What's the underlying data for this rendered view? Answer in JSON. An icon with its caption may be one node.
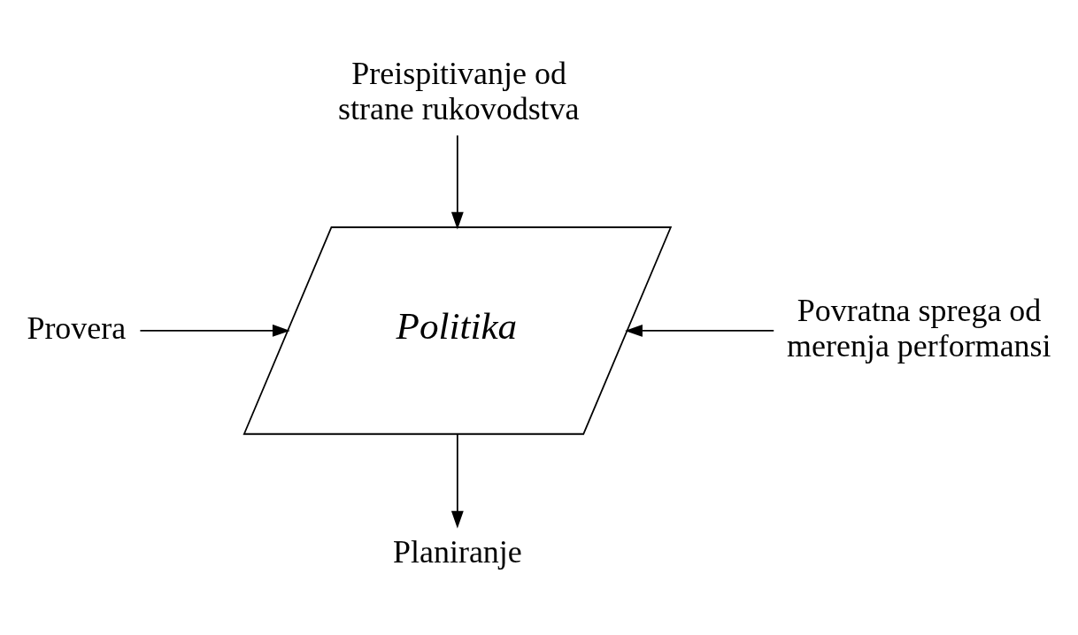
{
  "diagram": {
    "nodes": [
      {
        "text": [
          "Preispitivanje od strane rukovodstva"
        ]
      },
      {
        "text": [
          "Politika"
        ]
      },
      {
        "text": [
          "Provera"
        ]
      },
      {
        "text": [
          "Povratna sprega od merenja performansi"
        ]
      },
      {
        "text": [
          "Planiranje"
        ]
      }
    ],
    "edges": [
      {
        "from": 0,
        "to": 1,
        "arrow": "to"
      },
      {
        "from": 2,
        "to": 1,
        "arrow": "to"
      },
      {
        "from": 3,
        "to": 1,
        "arrow": "to"
      },
      {
        "from": 1,
        "to": 4,
        "arrow": "to"
      }
    ]
  }
}
